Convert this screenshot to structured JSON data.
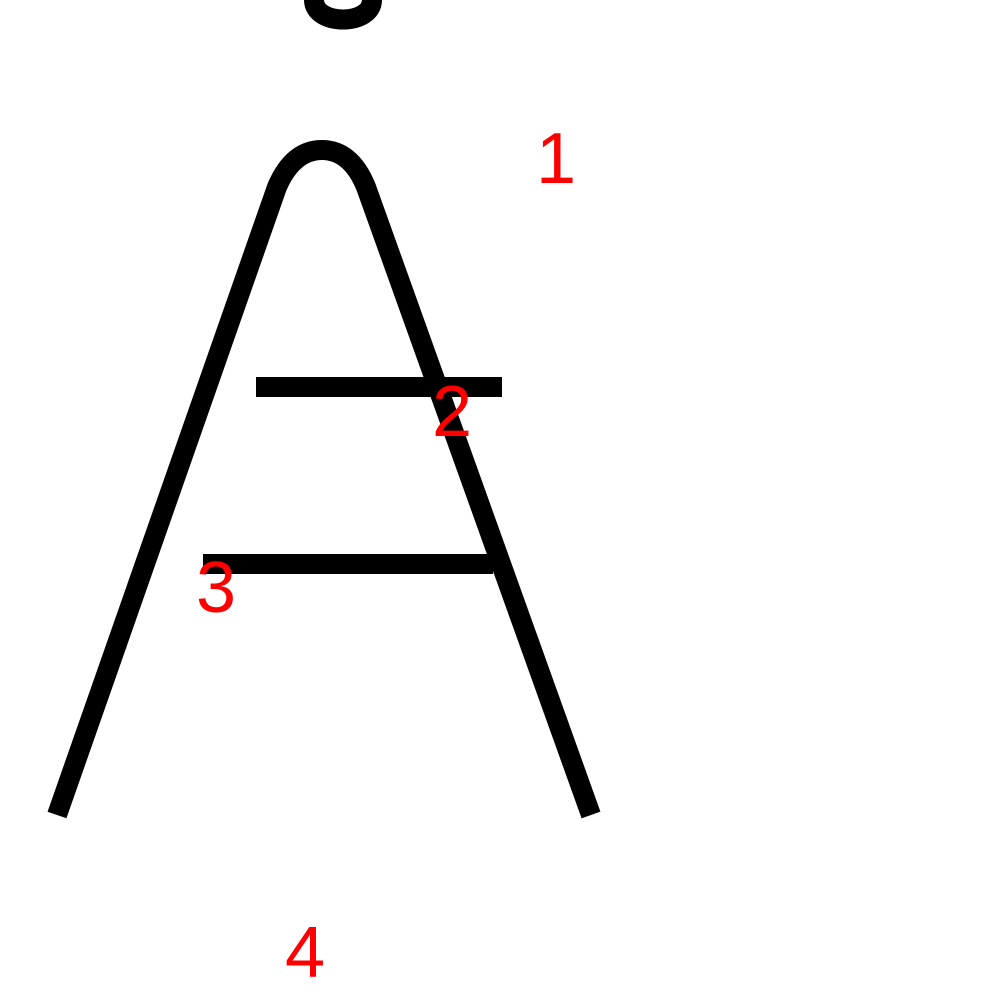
{
  "colors": {
    "background": "#ffffff",
    "stroke": "#000000",
    "markers": "#ff0000"
  },
  "markers": {
    "one": "1",
    "two": "2",
    "three": "3",
    "four": "4"
  }
}
